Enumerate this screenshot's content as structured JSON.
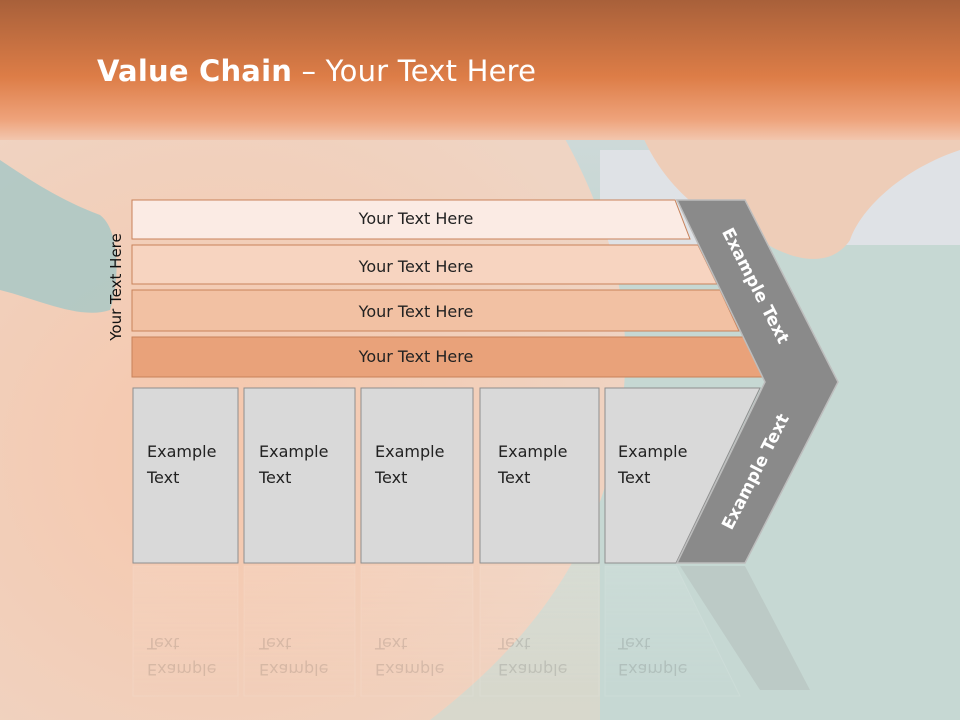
{
  "slide": {
    "title_bold": "Value Chain",
    "title_rest": " – Your Text Here",
    "side_label": "Your Text Here"
  },
  "bars": [
    {
      "label": "Your Text Here",
      "color": "#fbebe4"
    },
    {
      "label": "Your Text Here",
      "color": "#f7d4c0"
    },
    {
      "label": "Your Text Here",
      "color": "#f2c1a3"
    },
    {
      "label": "Your Text Here",
      "color": "#e9a27a"
    }
  ],
  "cells": [
    {
      "line1": "Example",
      "line2": "Text"
    },
    {
      "line1": "Example",
      "line2": "Text"
    },
    {
      "line1": "Example",
      "line2": "Text"
    },
    {
      "line1": "Example",
      "line2": "Text"
    },
    {
      "line1": "Example",
      "line2": "Text"
    }
  ],
  "chevron": {
    "upper_text": "Example Text",
    "lower_text": "Example Text",
    "color": "#8a8a8a"
  },
  "colors": {
    "header": "#d9773d",
    "cell_fill": "#d9d9d9",
    "cell_border": "#8e8e8e",
    "bar_border": "#c8825a"
  }
}
